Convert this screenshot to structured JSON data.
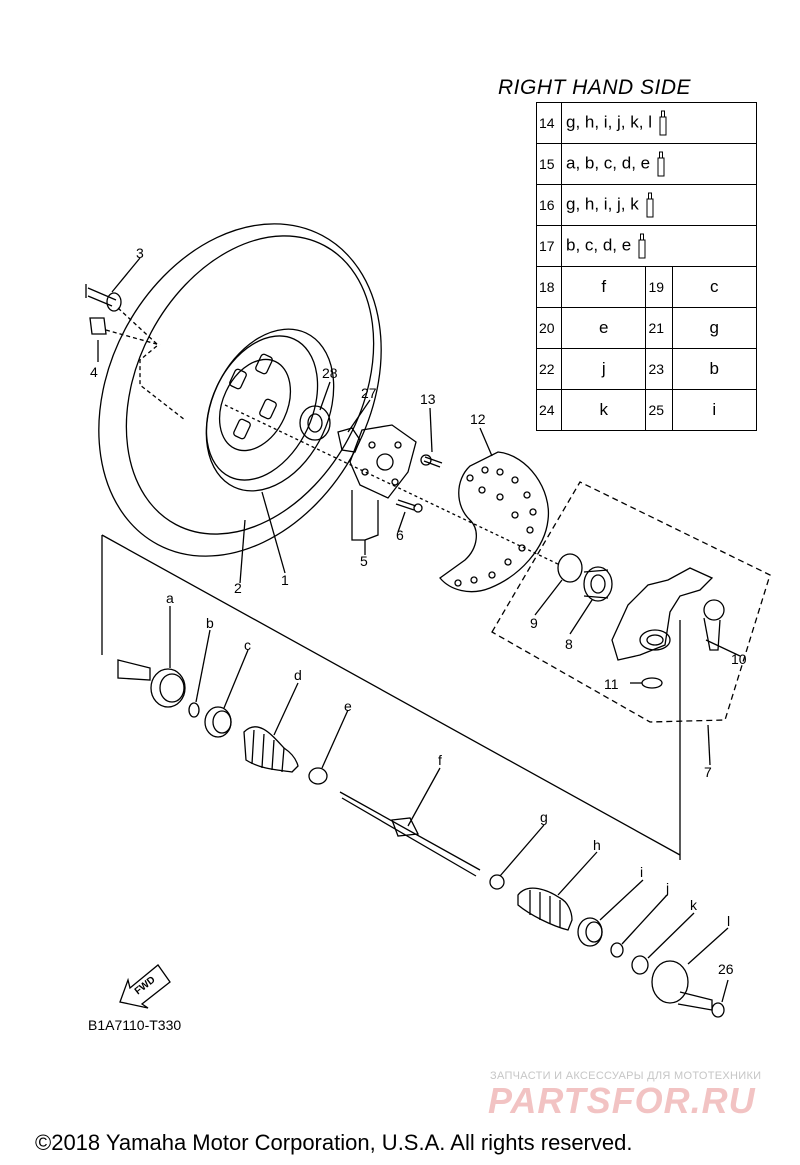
{
  "table": {
    "title": "RIGHT HAND SIDE",
    "wide_rows": [
      {
        "num": "14",
        "letters": "g, h, i, j, k, l"
      },
      {
        "num": "15",
        "letters": "a, b, c, d, e"
      },
      {
        "num": "16",
        "letters": "g, h, i, j, k"
      },
      {
        "num": "17",
        "letters": "b, c, d, e"
      }
    ],
    "pair_rows": [
      {
        "num_a": "18",
        "val_a": "f",
        "num_b": "19",
        "val_b": "c"
      },
      {
        "num_a": "20",
        "val_a": "e",
        "num_b": "21",
        "val_b": "g"
      },
      {
        "num_a": "22",
        "val_a": "j",
        "num_b": "23",
        "val_b": "b"
      },
      {
        "num_a": "24",
        "val_a": "k",
        "num_b": "25",
        "val_b": "i"
      }
    ]
  },
  "callouts": {
    "n1": "1",
    "n2": "2",
    "n3": "3",
    "n4": "4",
    "n5": "5",
    "n6": "6",
    "n7": "7",
    "n8": "8",
    "n9": "9",
    "n10": "10",
    "n11": "11",
    "n12": "12",
    "n13": "13",
    "n26": "26",
    "n27": "27",
    "n28": "28",
    "a": "a",
    "b": "b",
    "c": "c",
    "d": "d",
    "e": "e",
    "f": "f",
    "g": "g",
    "h": "h",
    "i": "i",
    "j": "j",
    "k": "k",
    "l": "l"
  },
  "fwd": "FWD",
  "diagram_code": "B1A7110-T330",
  "watermark": {
    "line1": "ЗАПЧАСТИ И АКСЕССУАРЫ ДЛЯ МОТОТЕХНИКИ",
    "line2": "PARTSFOR.RU"
  },
  "copyright": "©2018 Yamaha Motor Corporation, U.S.A. All rights reserved."
}
